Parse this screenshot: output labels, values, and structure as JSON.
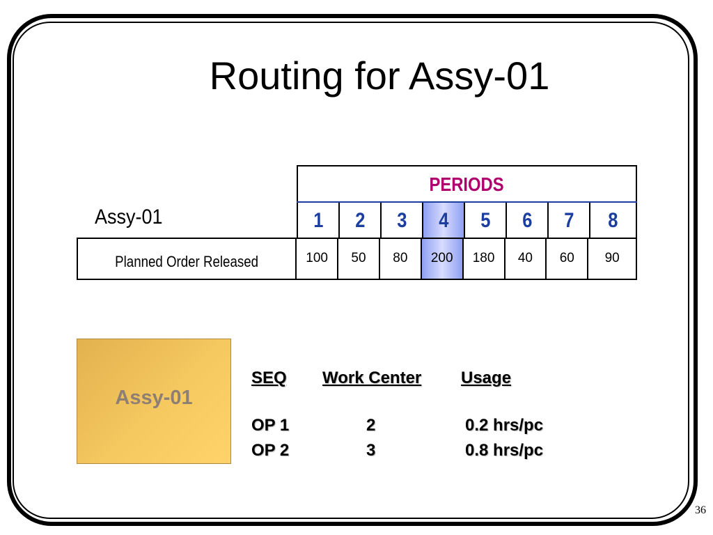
{
  "slide": {
    "title": "Routing for Assy-01",
    "page_number": "36"
  },
  "schedule": {
    "row_label": "Assy-01",
    "periods_label": "PERIODS",
    "periods": [
      "1",
      "2",
      "3",
      "4",
      "5",
      "6",
      "7",
      "8"
    ],
    "highlighted_period": "4",
    "data_row_label": "Planned Order Released",
    "values": [
      "100",
      "50",
      "80",
      "200",
      "180",
      "40",
      "60",
      "90"
    ]
  },
  "item_box": {
    "label": "Assy-01"
  },
  "routing": {
    "headers": {
      "seq": "SEQ",
      "work_center": "Work Center",
      "usage": "Usage"
    },
    "rows": [
      {
        "seq": "OP 1",
        "work_center": "2",
        "usage": "0.2  hrs/pc"
      },
      {
        "seq": "OP 2",
        "work_center": "3",
        "usage": "0.8  hrs/pc"
      }
    ]
  },
  "colors": {
    "periods_text": "#b0006e",
    "period_numbers": "#1b3ea0",
    "highlight": "#8fa0f2",
    "item_box": "#f6c860"
  }
}
